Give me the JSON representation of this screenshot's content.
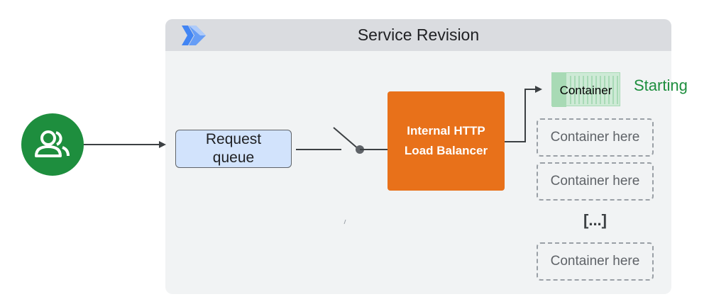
{
  "service": {
    "title": "Service Revision"
  },
  "queue": {
    "label": "Request\nqueue"
  },
  "load_balancer": {
    "label": "Internal HTTP\nLoad Balancer"
  },
  "active_container": {
    "label": "Container",
    "status": "Starting"
  },
  "container_slots": [
    {
      "label": "Container here"
    },
    {
      "label": "Container here"
    },
    {
      "label": "Container here"
    }
  ],
  "ellipsis": "[...]",
  "colors": {
    "panel": "#f1f3f4",
    "header": "#dadce0",
    "users": "#1e8e3e",
    "queue": "#d2e3fc",
    "load_balancer": "#e8711a",
    "status_green": "#1e8e3e",
    "container_fill": "#ceead6"
  },
  "icons": {
    "logo": "cloud-run-logo-icon",
    "users": "people-icon",
    "switch": "switch-icon"
  }
}
